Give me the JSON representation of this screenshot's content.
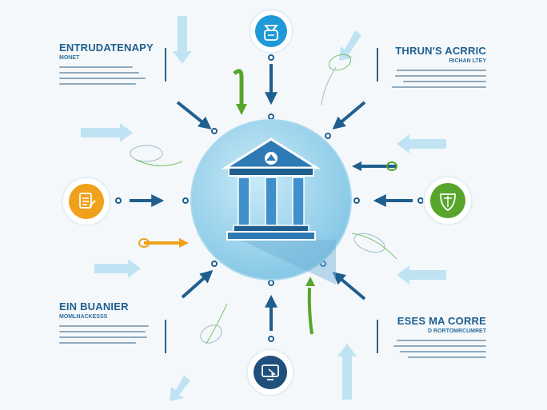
{
  "panels": {
    "top_left": {
      "title": "ENTRUDATENAPY",
      "subtitle": "MONET"
    },
    "top_right": {
      "title": "THRUN'S ACRRIC",
      "subtitle": "RICHAN LTEY"
    },
    "bottom_left": {
      "title": "EIN BUANIER",
      "subtitle": "MOMLNACKESSS"
    },
    "bottom_right": {
      "title": "ESES MA CORRE",
      "subtitle": "D RORTOMRCUMRET"
    }
  },
  "center": {
    "icon": "bank-building-icon"
  },
  "nodes": [
    {
      "position": "top",
      "icon": "money-bag-icon",
      "color": "#1f9ad6"
    },
    {
      "position": "left",
      "icon": "document-icon",
      "color": "#f0a11b"
    },
    {
      "position": "right",
      "icon": "shield-icon",
      "color": "#58a52c"
    },
    {
      "position": "bottom",
      "icon": "screen-hand-icon",
      "color": "#1f4f7a"
    }
  ],
  "colors": {
    "background": "#f4f8fb",
    "accent_dark": "#1f5f8f",
    "arrow_light": "#bfe3f2",
    "circle": "#8fcbe6",
    "orange": "#f0a11b",
    "green": "#58a52c"
  }
}
